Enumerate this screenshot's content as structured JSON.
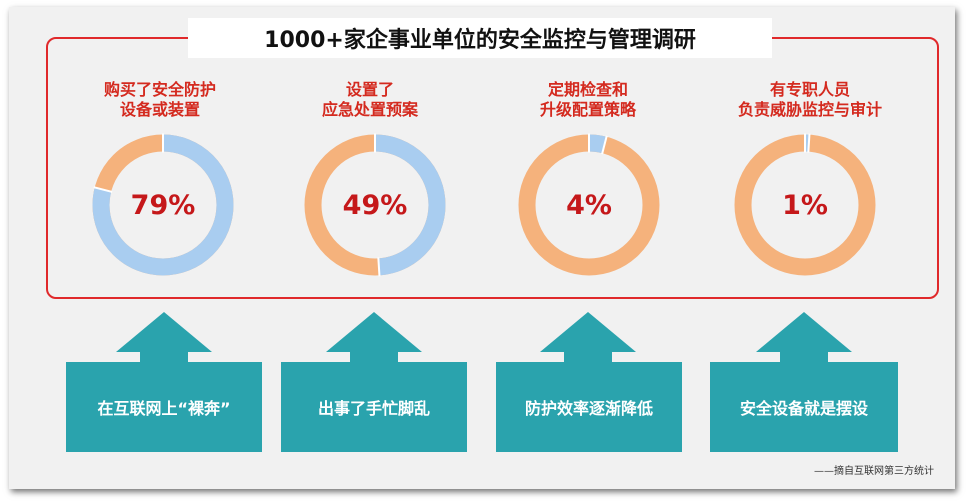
{
  "title": "1000+家企事业单位的安全监控与管理调研",
  "chart_data": {
    "type": "pie",
    "variant": "donut",
    "items": [
      {
        "label_line1": "购买了安全防护",
        "label_line2": "设备或装置",
        "value": 79,
        "display": "79%"
      },
      {
        "label_line1": "设置了",
        "label_line2": "应急处置预案",
        "value": 49,
        "display": "49%"
      },
      {
        "label_line1": "定期检查和",
        "label_line2": "升级配置策略",
        "value": 4,
        "display": "4%"
      },
      {
        "label_line1": "有专职人员",
        "label_line2": "负责威胁监控与审计",
        "value": 1,
        "display": "1%"
      }
    ],
    "colors": {
      "yes": "#a9cdf0",
      "no": "#f5b27c"
    }
  },
  "results": [
    {
      "text": "在互联网上“裸奔”"
    },
    {
      "text": "出事了手忙脚乱"
    },
    {
      "text": "防护效率逐渐降低"
    },
    {
      "text": "安全设备就是摆设"
    }
  ],
  "source": "——摘自互联网第三方统计",
  "colors": {
    "accent_red": "#e0292b",
    "teal": "#2aa3ad",
    "card_bg": "#f1f1f1"
  }
}
